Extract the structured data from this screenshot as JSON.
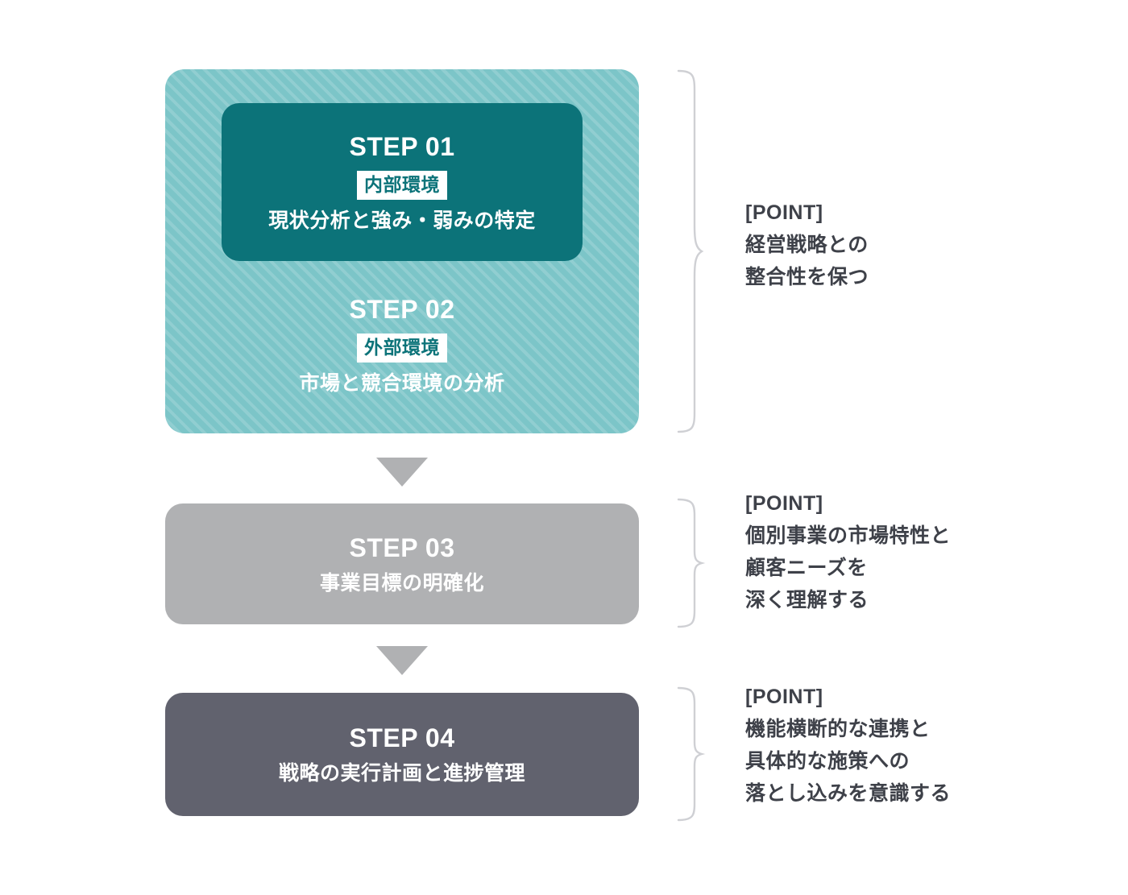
{
  "diagram": {
    "colors": {
      "striped_bg": "#7cc5c8",
      "dark_teal": "#0c7379",
      "gray": "#b0b1b3",
      "slate": "#61626e",
      "text_dark": "#3e4149",
      "brace": "#cfd0d4",
      "white": "#ffffff"
    },
    "steps": [
      {
        "id": "step-01",
        "title": "STEP 01",
        "badge": "内部環境",
        "desc": "現状分析と強み・弱みの特定"
      },
      {
        "id": "step-02",
        "title": "STEP 02",
        "badge": "外部環境",
        "desc": "市場と競合環境の分析"
      },
      {
        "id": "step-03",
        "title": "STEP 03",
        "badge": "",
        "desc": "事業目標の明確化"
      },
      {
        "id": "step-04",
        "title": "STEP 04",
        "badge": "",
        "desc": "戦略の実行計画と進捗管理"
      }
    ],
    "points": [
      {
        "id": "point-1",
        "head": "[POINT]",
        "lines": [
          "経営戦略との",
          "整合性を保つ"
        ]
      },
      {
        "id": "point-2",
        "head": "[POINT]",
        "lines": [
          "個別事業の市場特性と",
          "顧客ニーズを",
          "深く理解する"
        ]
      },
      {
        "id": "point-3",
        "head": "[POINT]",
        "lines": [
          "機能横断的な連携と",
          "具体的な施策への",
          "落とし込みを意識する"
        ]
      }
    ],
    "connectors": [
      {
        "id": "arrow-1",
        "icon": "triangle-down-icon"
      },
      {
        "id": "arrow-2",
        "icon": "triangle-down-icon"
      }
    ]
  }
}
